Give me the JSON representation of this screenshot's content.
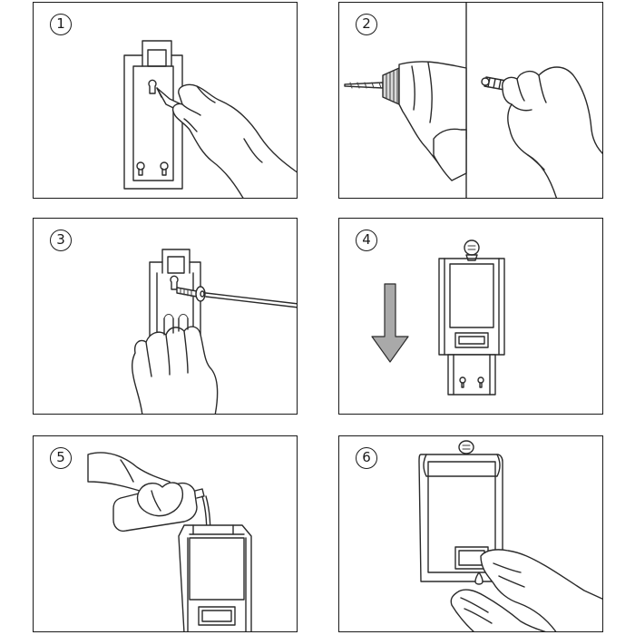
{
  "steps": [
    {
      "number": "1",
      "icon": "mark-hole-illustration"
    },
    {
      "number": "2",
      "icon": "drill-and-anchor-illustration"
    },
    {
      "number": "3",
      "icon": "screw-bracket-illustration"
    },
    {
      "number": "4",
      "icon": "slide-dispenser-down-illustration"
    },
    {
      "number": "5",
      "icon": "fill-soap-illustration"
    },
    {
      "number": "6",
      "icon": "dispense-soap-illustration"
    }
  ]
}
